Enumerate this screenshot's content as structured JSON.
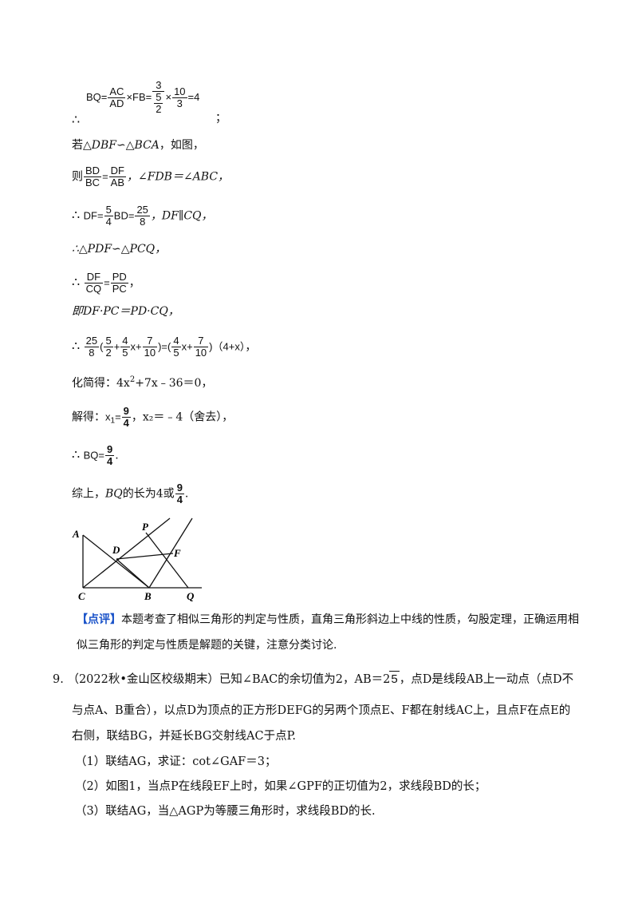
{
  "lines": {
    "l1": {
      "expr_bq": "BQ=",
      "f1_num": "AC",
      "f1_den": "AD",
      "times": "×FB=",
      "f2_num": "3",
      "f2_den_num": "5",
      "f2_den_den": "2",
      "times2": "×",
      "f3_num": "10",
      "f3_den": "3",
      "result": "=4",
      "therefore": "∴",
      "semicolon": "；"
    },
    "l2": {
      "prefix": "若△",
      "tri1": "DBF",
      "sim": "∽△",
      "tri2": "BCA",
      "suffix": "，如图，"
    },
    "l3": {
      "prefix": "则",
      "f1_num": "BD",
      "f1_den": "BC",
      "eq": "=",
      "f2_num": "DF",
      "f2_den": "AB",
      "angle_text": "，∠FDB＝∠ABC，"
    },
    "l4": {
      "therefore": "∴",
      "lhs": "DF=",
      "f1_num": "5",
      "f1_den": "4",
      "mid": "BD=",
      "f2_num": "25",
      "f2_den": "8",
      "tail": "，DF∥CQ，"
    },
    "l5": {
      "text": "∴△PDF∽△PCQ，"
    },
    "l6": {
      "therefore": "∴",
      "f1_num": "DF",
      "f1_den": "CQ",
      "eq": "=",
      "f2_num": "PD",
      "f2_den": "PC",
      "tail": "，"
    },
    "l7": {
      "text": "即DF·PC＝PD·CQ，"
    },
    "l8": {
      "therefore": "∴",
      "a_num": "25",
      "a_den": "8",
      "open1": "(",
      "b_num": "5",
      "b_den": "2",
      "plus1": "+",
      "c_num": "4",
      "c_den": "5",
      "x1": "x+",
      "d_num": "7",
      "d_den": "10",
      "close1": ")",
      "eq": "=",
      "open2": "(",
      "e_num": "4",
      "e_den": "5",
      "x2": "x+",
      "f_num": "7",
      "f_den": "10",
      "close2": ")",
      "paren3": "（4+x）",
      "comma": "，"
    },
    "l9": {
      "prefix": "化简得：4x",
      "sup": "2",
      "suffix": "+7x﹣36＝0，"
    },
    "l10": {
      "prefix": "解得：",
      "x1": "x",
      "sub1": "1",
      "eq": "=",
      "f_num": "9",
      "f_den": "4",
      "tail": "，x₂＝﹣4（舍去），"
    },
    "l11": {
      "therefore": "∴",
      "lhs": "BQ=",
      "f_num": "9",
      "f_den": "4",
      "tail": "."
    },
    "l12": {
      "prefix": "综上，",
      "bq": "BQ",
      "mid": "的长为4或",
      "f_num": "9",
      "f_den": "4",
      "tail": "."
    }
  },
  "figure": {
    "labels": {
      "A": "A",
      "C": "C",
      "D": "D",
      "B": "B",
      "P": "P",
      "F": "F",
      "Q": "Q"
    }
  },
  "comment": {
    "tag": "【点评】",
    "line1": "本题考查了相似三角形的判定与性质，直角三角形斜边上中线的性质，勾股定理，正确运用相",
    "line2": "似三角形的判定与性质是解题的关键，注意分类讨论."
  },
  "question": {
    "number": "9.",
    "line1_a": "（2022秋•金山区校级期末）已知∠BAC的余切值为2，AB＝2",
    "sqrt_val": "5",
    "line1_b": "，点D是线段AB上一动点（点D不",
    "line2": "与点A、B重合），以点D为顶点的正方形DEFG的另两个顶点E、F都在射线AC上，且点F在点E的",
    "line3": "右侧，联结BG，并延长BG交射线AC于点P.",
    "sub1": "（1）联结AG，求证：cot∠GAF＝3；",
    "sub2": "（2）如图1，当点P在线段EF上时，如果∠GPF的正切值为2，求线段BD的长；",
    "sub3": "（3）联结AG，当△AGP为等腰三角形时，求线段BD的长."
  }
}
